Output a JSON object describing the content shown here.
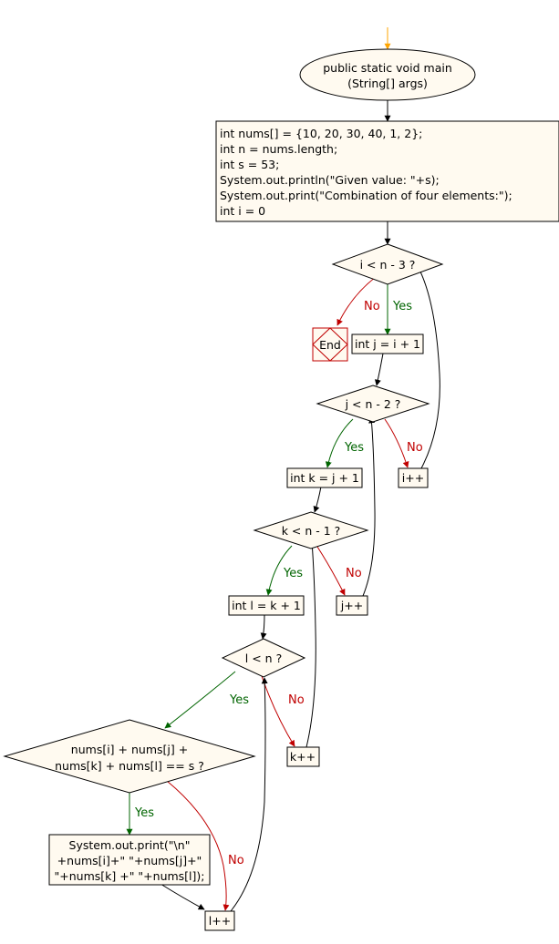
{
  "colors": {
    "node_fill": "#fffaf0",
    "node_stroke": "#000000",
    "start_arrow": "#ffa500",
    "yes": "#006400",
    "no": "#c00000",
    "default": "#000000"
  },
  "nodes": {
    "start": {
      "lines": [
        "public static void main",
        "(String[] args)"
      ]
    },
    "init": {
      "lines": [
        "int nums[] = {10, 20, 30, 40, 1, 2};",
        "int n = nums.length;",
        "int s = 53;",
        "System.out.println(\"Given value: \"+s);",
        "System.out.print(\"Combination of four elements:\");",
        "int i = 0"
      ]
    },
    "cond_i": {
      "text": "i < n - 3 ?"
    },
    "end": {
      "text": "End"
    },
    "init_j": {
      "text": "int j = i + 1"
    },
    "cond_j": {
      "text": "j < n - 2 ?"
    },
    "inc_i": {
      "text": "i++"
    },
    "init_k": {
      "text": "int k = j + 1"
    },
    "cond_k": {
      "text": "k < n - 1 ?"
    },
    "inc_j": {
      "text": "j++"
    },
    "init_l": {
      "text": "int l = k + 1"
    },
    "cond_l": {
      "text": "l < n ?"
    },
    "inc_k": {
      "text": "k++"
    },
    "cond_sum": {
      "lines": [
        "nums[i] + nums[j] +",
        "nums[k] + nums[l] == s ?"
      ]
    },
    "print": {
      "lines": [
        "System.out.print(\"\\n\"",
        "+nums[i]+\" \"+nums[j]+\"",
        "\"+nums[k] +\" \"+nums[l]);"
      ]
    },
    "inc_l": {
      "text": "l++"
    }
  },
  "edge_labels": {
    "i_no": "No",
    "i_yes": "Yes",
    "j_yes": "Yes",
    "j_no": "No",
    "k_yes": "Yes",
    "k_no": "No",
    "l_yes": "Yes",
    "l_no": "No",
    "sum_yes": "Yes",
    "sum_no": "No"
  }
}
